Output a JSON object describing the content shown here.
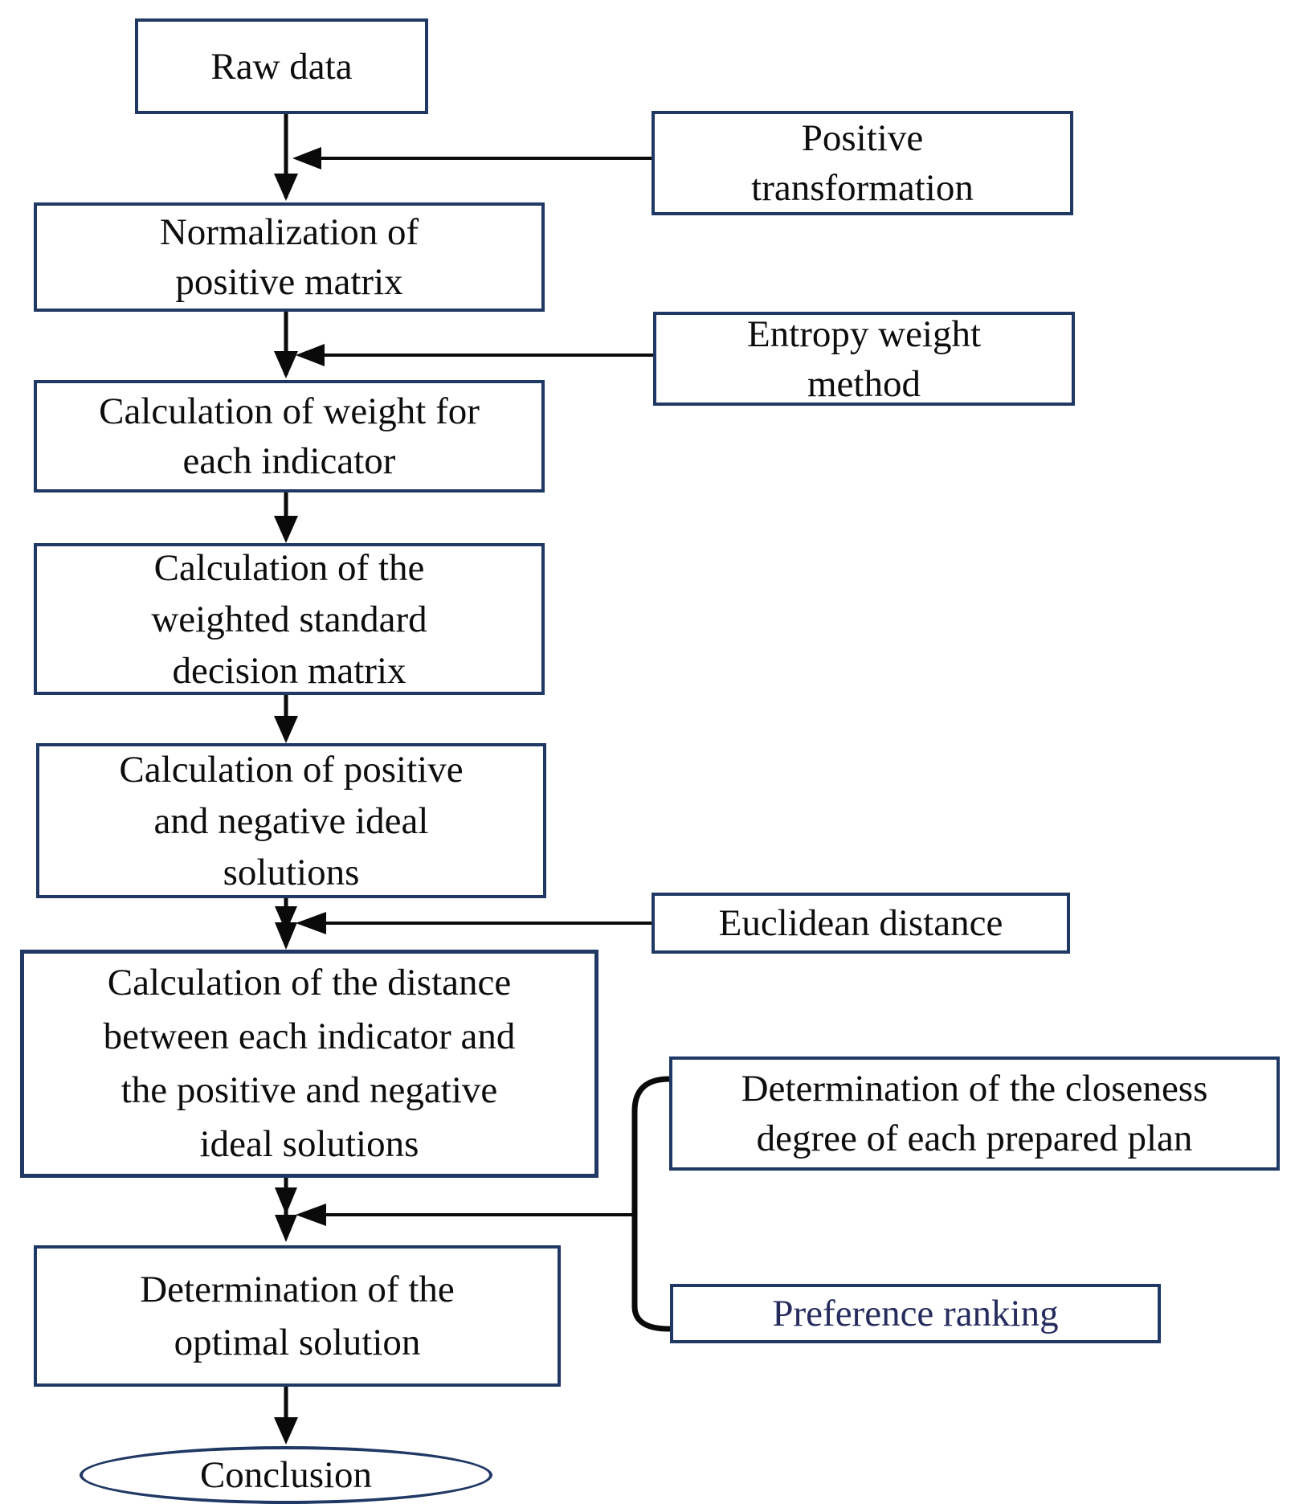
{
  "title": "Entropy-weight TOPSIS method flowchart",
  "colors": {
    "border": "#1f3864",
    "text": "#0d0d0d",
    "preference_text": "#262c5e",
    "arrow": "#0a0a0a",
    "background": "#ffffff"
  },
  "nodes": {
    "raw_data": {
      "label": "Raw data",
      "shape": "rect"
    },
    "positive_transformation": {
      "label": "Positive\ntransformation",
      "shape": "rect"
    },
    "normalization": {
      "label": "Normalization of\npositive matrix",
      "shape": "rect"
    },
    "entropy": {
      "label": "Entropy weight\nmethod",
      "shape": "rect"
    },
    "calc_weight": {
      "label": "Calculation of weight for\neach indicator",
      "shape": "rect"
    },
    "weighted_standard": {
      "label": "Calculation of the\nweighted standard\ndecision matrix",
      "shape": "rect"
    },
    "ideal_solutions": {
      "label": "Calculation of positive\nand negative ideal\nsolutions",
      "shape": "rect"
    },
    "euclidean": {
      "label": "Euclidean distance",
      "shape": "rect"
    },
    "distance": {
      "label": "Calculation of the distance\nbetween each indicator and\nthe positive and negative\nideal solutions",
      "shape": "rect"
    },
    "closeness": {
      "label": "Determination of the closeness\ndegree of each prepared plan",
      "shape": "rect"
    },
    "optimal": {
      "label": "Determination of the\noptimal solution",
      "shape": "rect"
    },
    "preference": {
      "label": "Preference ranking",
      "shape": "rect"
    },
    "conclusion": {
      "label": "Conclusion",
      "shape": "ellipse"
    }
  }
}
